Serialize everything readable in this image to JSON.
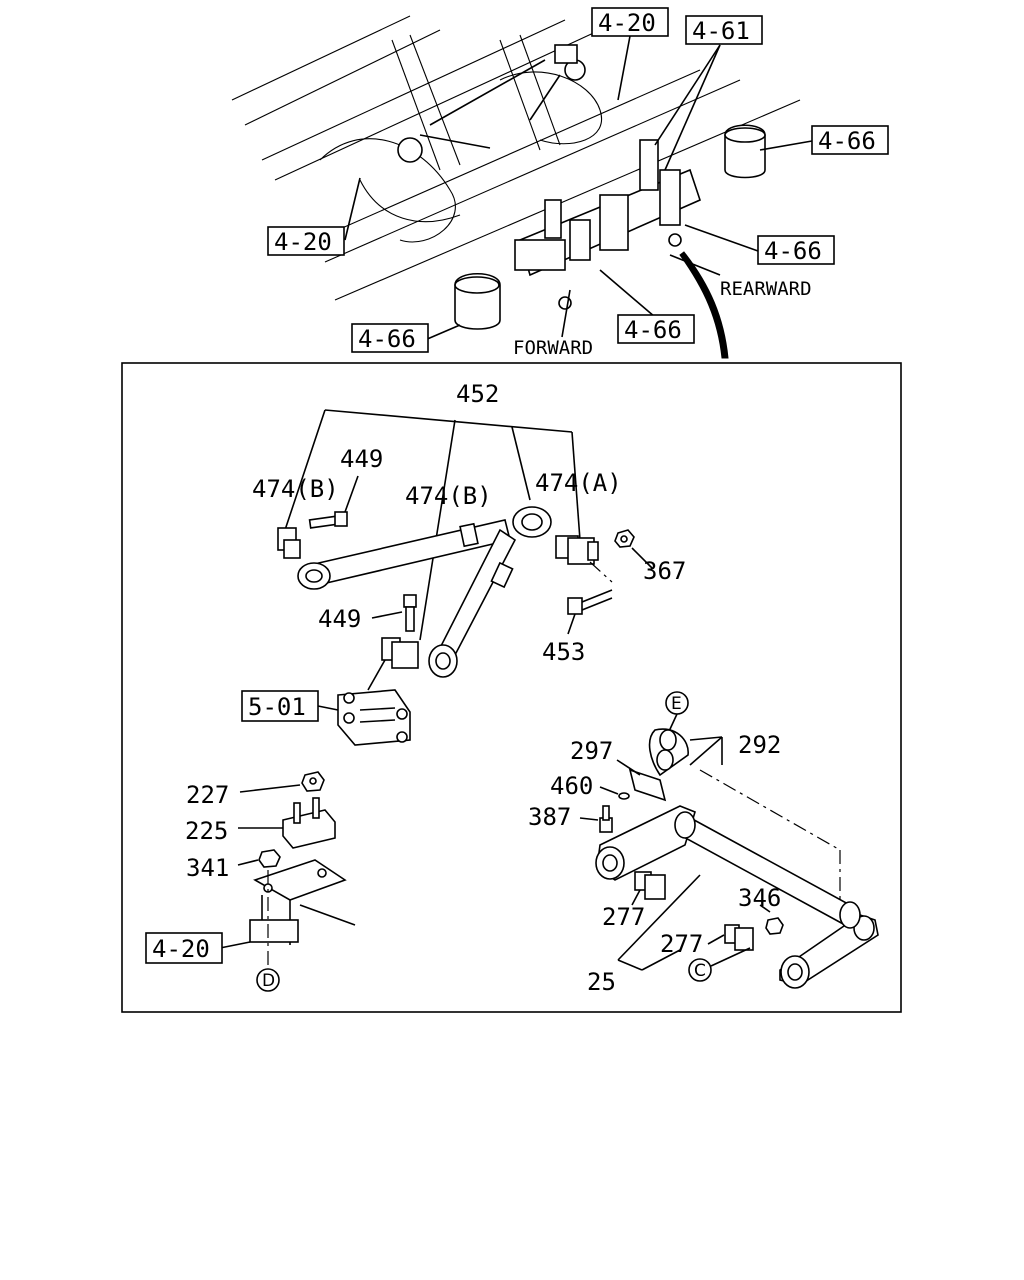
{
  "overview": {
    "ref_labels": {
      "top_frame": "4-20",
      "left_frame": "4-20",
      "shock": "4-61",
      "rear_right": "4-66",
      "middle_right": "4-66",
      "front_left": "4-66",
      "center_low": "4-66"
    },
    "directions": {
      "rearward": "REARWARD",
      "forward": "FORWARD"
    }
  },
  "detail": {
    "torque_rod_assembly": "452",
    "bolt_upper": "449",
    "bolt_lower": "449",
    "bushing_b_left": "474(B)",
    "bushing_b_center": "474(B)",
    "bushing_a": "474(A)",
    "nut_367": "367",
    "bolt_453": "453",
    "bracket_ref": "5-01",
    "nut_227": "227",
    "mount_225": "225",
    "nut_341": "341",
    "frame_ref": "4-20",
    "circle_d": "D",
    "circle_e": "E",
    "circle_c": "C",
    "cap_292": "292",
    "shim_297": "297",
    "washer_460": "460",
    "bolt_387": "387",
    "bushing_277_upper": "277",
    "bushing_277_lower": "277",
    "nut_346": "346",
    "beam_25": "25"
  }
}
